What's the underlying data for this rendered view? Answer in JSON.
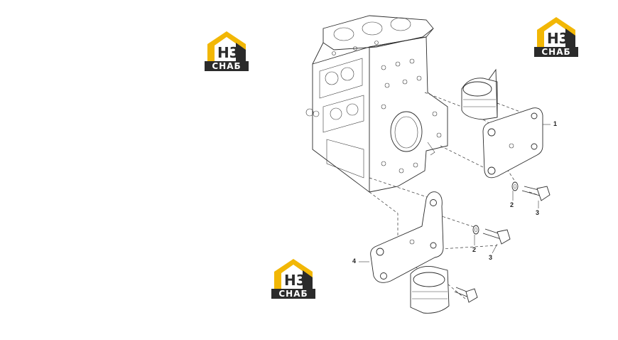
{
  "logos": [
    {
      "id": "logo-1",
      "mark": "Н3",
      "caption": "СНАБ"
    },
    {
      "id": "logo-2",
      "mark": "Н3",
      "caption": "СНАБ"
    },
    {
      "id": "logo-3",
      "mark": "Н3",
      "caption": "СНАБ"
    }
  ],
  "callouts": {
    "c1": "1",
    "c2a": "2",
    "c3a": "3",
    "c2b": "2",
    "c3b": "3",
    "c4": "4"
  },
  "colors": {
    "logo_yellow": "#f2b705",
    "logo_dark": "#2b2b2b",
    "line": "#2b2b2b"
  }
}
